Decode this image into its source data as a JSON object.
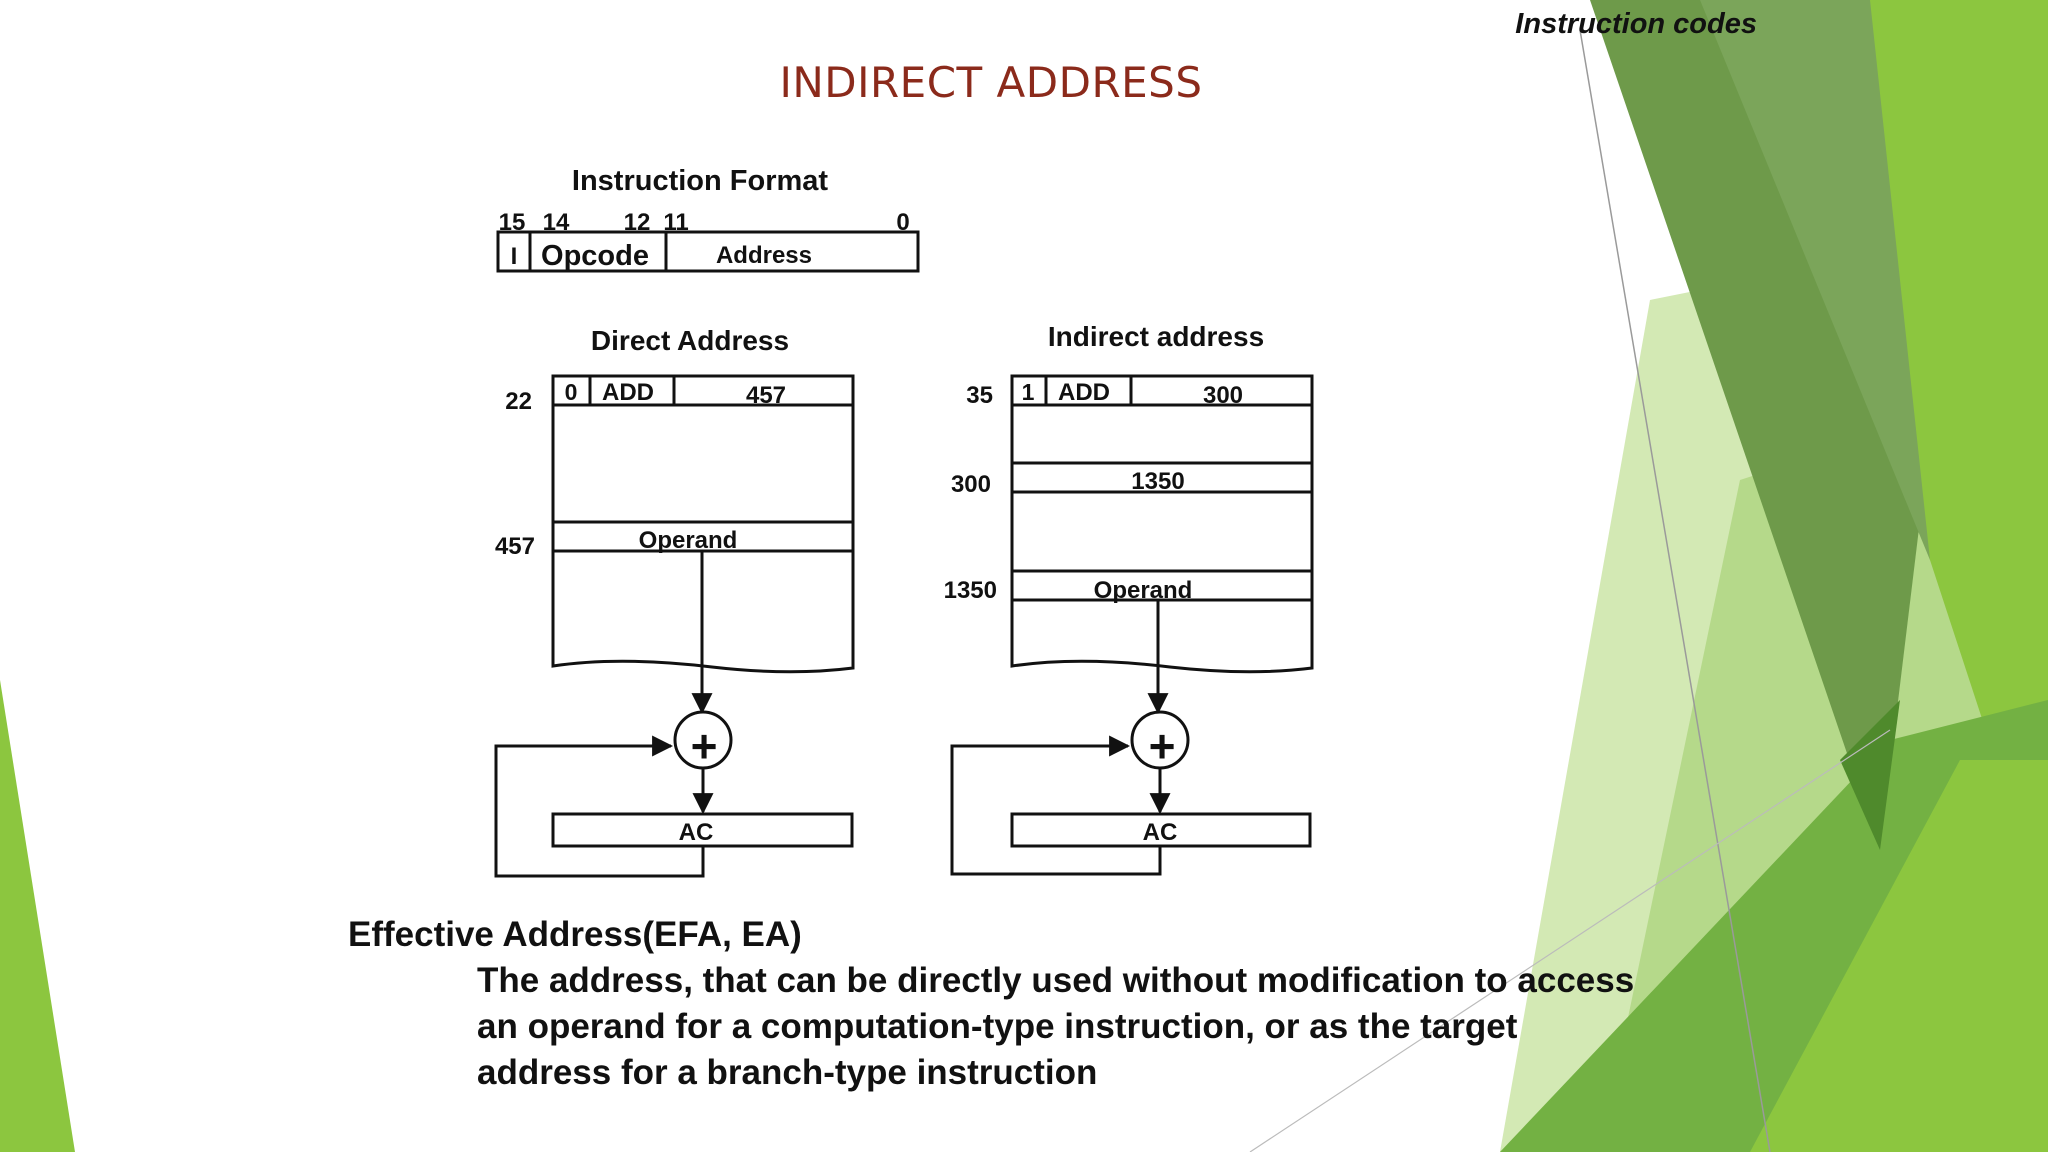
{
  "slide": {
    "section_label": "Instruction codes",
    "title": "INDIRECT  ADDRESS"
  },
  "instruction_format": {
    "title": "Instruction Format",
    "bit_labels": [
      "15",
      "14",
      "12",
      "11",
      "0"
    ],
    "fields": [
      "I",
      "Opcode",
      "Address"
    ]
  },
  "direct_address": {
    "title": "Direct Address",
    "addresses": [
      "22",
      "457"
    ],
    "instruction_fields": [
      "0",
      "ADD",
      "457"
    ],
    "operand_label": "Operand",
    "adder_symbol": "+",
    "register_label": "AC"
  },
  "indirect_address": {
    "title": "Indirect address",
    "addresses": [
      "35",
      "300",
      "1350"
    ],
    "instruction_fields": [
      "1",
      "ADD",
      "300"
    ],
    "pointer_value": "1350",
    "operand_label": "Operand",
    "adder_symbol": "+",
    "register_label": "AC"
  },
  "effective_address": {
    "heading": "Effective Address(EFA, EA)",
    "body_lines": [
      "The address, that can be directly used without modification to access",
      "an operand for a computation-type instruction, or as the target",
      "address for a branch-type instruction"
    ]
  },
  "colors": {
    "title": "#8B2A1B",
    "green_dark": "#5E8F3A",
    "green_mid": "#8CC63F",
    "green_light": "#C9E3A5"
  }
}
